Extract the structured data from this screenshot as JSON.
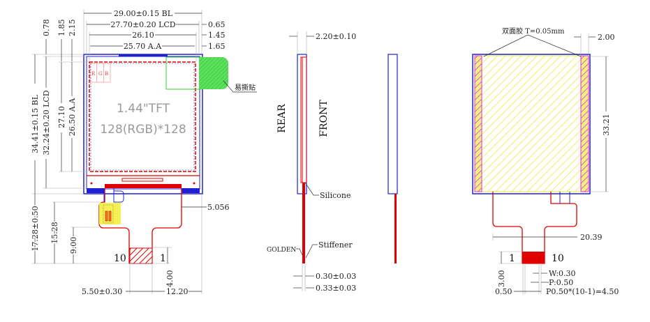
{
  "front_view": {
    "product": "1.44\"TFT",
    "resolution": "128(RGB)*128",
    "subpixels": [
      "R",
      "G",
      "B"
    ],
    "peel_label": "易撕贴",
    "pin_first": "10",
    "pin_last": "1",
    "dims": {
      "bl_width": "29.00±0.15 BL",
      "lcd_width": "27.70±0.20 LCD",
      "width_2610": "26.10",
      "aa_width": "25.70 A.A",
      "r065": "0.65",
      "r145": "1.45",
      "r165": "1.65",
      "t078": "0.78",
      "t185": "1.85",
      "t215": "2.15",
      "bl_height": "34.41±0.15 BL",
      "lcd_height": "32.24±0.20 LCD",
      "h2710": "27.10",
      "aa_height": "26.50 A.A",
      "fpc_1728": "17.28±0.50",
      "fpc_1528": "15.28",
      "fpc_900": "9.00",
      "fpc_400": "4.00",
      "fpc_5056": "5.056",
      "conn_width": "5.50±0.30",
      "conn_offset": "12.20"
    }
  },
  "side_view": {
    "rear": "REAR",
    "front": "FRONT",
    "thickness": "2.20±0.10",
    "silicone": "Silicone",
    "stiffener": "Stiffener",
    "golden": "GOLDEN",
    "t030": "0.30±0.03",
    "t033": "0.33±0.03"
  },
  "back_view": {
    "tape": "双面胶 T=0.05mm",
    "d200": "2.00",
    "d3321": "33.21",
    "d2039": "20.39",
    "pin_first": "1",
    "pin_last": "10",
    "d300": "3.00",
    "w": "W:0.30",
    "p": "P:0.50",
    "d050": "0.50",
    "pitch": "P0.50*(10-1)=4.50"
  },
  "colors": {
    "outline": "#2020d0",
    "fpc": "#e00000",
    "adhesive": "#f0f040",
    "tape_edge": "#e040e0",
    "peel": "#40e040"
  }
}
